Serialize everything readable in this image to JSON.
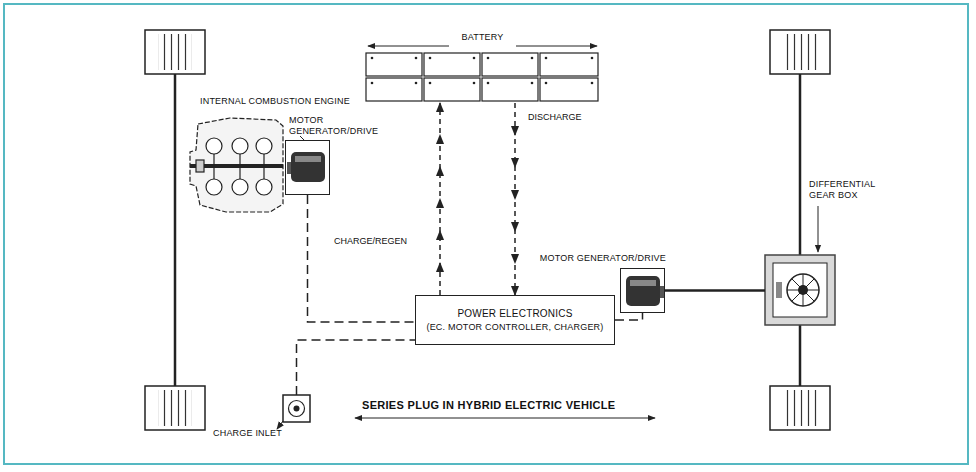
{
  "diagram": {
    "caption": "SERIES PLUG IN HYBRID ELECTRIC VEHICLE",
    "nodes": [
      {
        "text": [
          "BATTERY"
        ]
      },
      {
        "text": [
          "INTERNAL COMBUSTION ENGINE"
        ]
      },
      {
        "text": [
          "MOTOR GENERATOR/DRIVE"
        ]
      },
      {
        "text": [
          "POWER ELECTRONICS",
          "(EC. MOTOR CONTROLLER, CHARGER)"
        ]
      },
      {
        "text": [
          "MOTOR GENERATOR/DRIVE"
        ]
      },
      {
        "text": [
          "DIFFERENTIAL GEAR BOX"
        ]
      },
      {
        "text": [
          "CHARGE INLET"
        ]
      }
    ],
    "edges": [
      {
        "from": 3,
        "to": 0,
        "arrow": "to",
        "label": "CHARGE/REGEN"
      },
      {
        "from": 0,
        "to": 3,
        "arrow": "to",
        "label": "DISCHARGE"
      },
      {
        "from": 2,
        "to": 3,
        "arrow": "none"
      },
      {
        "from": 6,
        "to": 3,
        "arrow": "none"
      },
      {
        "from": 3,
        "to": 4,
        "arrow": "none"
      },
      {
        "from": 4,
        "to": 5,
        "arrow": "none"
      }
    ]
  }
}
